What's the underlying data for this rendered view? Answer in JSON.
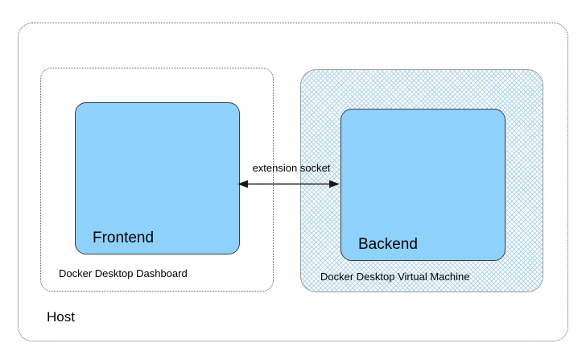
{
  "diagram": {
    "type": "architecture-diagram",
    "host": {
      "label": "Host"
    },
    "dashboard": {
      "label": "Docker Desktop Dashboard"
    },
    "frontend": {
      "label": "Frontend"
    },
    "vm": {
      "label": "Docker Desktop Virtual Machine"
    },
    "backend": {
      "label": "Backend"
    },
    "connection": {
      "label": "extension socket"
    },
    "colors": {
      "node-fill": "#8ED1FA",
      "node-border": "#3d3d3d",
      "hatch-line": "#AFD6EF",
      "hatch-border": "#9e9e9e",
      "dotted-border": "#5a5a5a",
      "arrow-color": "#1a1a1a",
      "text-color": "#000000"
    }
  }
}
